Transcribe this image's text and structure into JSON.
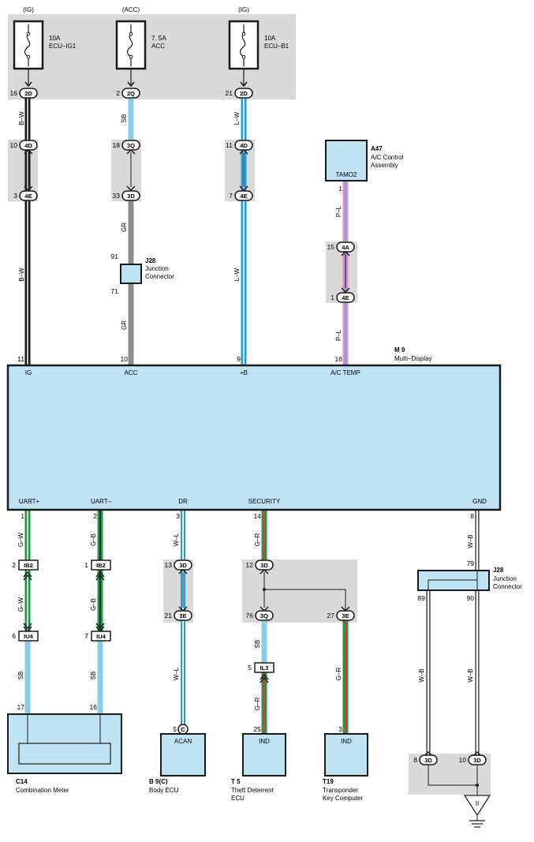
{
  "fuses": [
    {
      "supply": "(IG)",
      "amp": "10A",
      "name": "ECU–IG1",
      "pin": "16",
      "conn": "2D",
      "color": "B–W"
    },
    {
      "supply": "(ACC)",
      "amp": "7. 5A",
      "name": "ACC",
      "pin": "2",
      "conn": "2Q",
      "color": "SB"
    },
    {
      "supply": "(IG)",
      "amp": "10A",
      "name": "ECU–B1",
      "pin": "21",
      "conn": "2D",
      "color": "L–W"
    }
  ],
  "splices": {
    "ig_upper": {
      "pin": "10",
      "conn": "4D"
    },
    "ig_lower": {
      "pin": "3",
      "conn": "4E"
    },
    "acc_upper": {
      "pin": "18",
      "conn": "3Q"
    },
    "acc_lower": {
      "pin": "33",
      "conn": "3D"
    },
    "b_upper": {
      "pin": "11",
      "conn": "4D"
    },
    "b_lower": {
      "pin": "7",
      "conn": "4E"
    },
    "ac_upper": {
      "pin": "15",
      "conn": "4A"
    },
    "ac_lower": {
      "pin": "1",
      "conn": "4E"
    },
    "dr_upper": {
      "pin": "13",
      "conn": "3D"
    },
    "dr_lower": {
      "pin": "21",
      "conn": "3E"
    },
    "sec_upper": {
      "pin": "12",
      "conn": "3D"
    },
    "sec_lower_left": {
      "pin": "76",
      "conn": "3Q"
    },
    "sec_lower_right": {
      "pin": "27",
      "conn": "3E"
    },
    "gnd_left": {
      "pin": "8",
      "conn": "3D"
    },
    "gnd_right": {
      "pin": "10",
      "conn": "3D"
    }
  },
  "wires": {
    "ig_lower": "B–W",
    "acc_mid": "GR",
    "acc_lower": "GR",
    "b_lower": "L–W",
    "ac_upper": "P–L",
    "ac_lower": "P–L",
    "uart_p_1": "G–W",
    "uart_p_2": "G–W",
    "uart_p_3": "SB",
    "uart_m_1": "G–B",
    "uart_m_2": "G–B",
    "uart_m_3": "SB",
    "dr_1": "W–L",
    "dr_2": "W–L",
    "sec_1": "G–R",
    "sec_2": "SB",
    "sec_3": "G–R",
    "sec_right": "G–R",
    "gnd_1": "W–B",
    "gnd_left": "W–B",
    "gnd_right": "W–B"
  },
  "junction_top": {
    "code": "J28",
    "name1": "Junction",
    "name2": "Connector",
    "pin_in": "91",
    "pin_out": "71"
  },
  "junction_gnd": {
    "code": "J28",
    "name1": "Junction",
    "name2": "Connector",
    "pin_in": "79",
    "pin_out_left": "89",
    "pin_out_right": "90"
  },
  "ac_assembly": {
    "code": "A47",
    "name1": "A/C Control",
    "name2": "Assembly",
    "terminal": "TAMO2",
    "pin": "1"
  },
  "main": {
    "code": "M 9",
    "name": "Multi–Display",
    "top_pins": [
      {
        "pin": "11",
        "label": "IG"
      },
      {
        "pin": "10",
        "label": "ACC"
      },
      {
        "pin": "9",
        "label": "+B"
      },
      {
        "pin": "16",
        "label": "A/C TEMP"
      }
    ],
    "bottom_pins": [
      {
        "pin": "1",
        "label": "UART+"
      },
      {
        "pin": "2",
        "label": "UART–"
      },
      {
        "pin": "3",
        "label": "DR"
      },
      {
        "pin": "14",
        "label": "SECURITY"
      },
      {
        "pin": "8",
        "label": "GND"
      }
    ]
  },
  "inline_connectors": {
    "uart_p_a": {
      "pin": "2",
      "conn": "IB2"
    },
    "uart_m_a": {
      "pin": "1",
      "conn": "IB2"
    },
    "uart_p_b": {
      "pin": "6",
      "conn": "IU4"
    },
    "uart_m_b": {
      "pin": "7",
      "conn": "IU4"
    },
    "sec": {
      "pin": "5",
      "conn": "IL3"
    }
  },
  "components": {
    "c14": {
      "code": "C14",
      "name1": "Combination Meter",
      "pin_left": "17",
      "pin_right": "16"
    },
    "b9": {
      "code": "B 9(C)",
      "name1": "Body ECU",
      "terminal": "ACAN",
      "pin": "5",
      "conn": "C"
    },
    "t5": {
      "code": "T 5",
      "name1": "Theft Deterrent",
      "name2": "ECU",
      "terminal": "IND",
      "pin": "25"
    },
    "t19": {
      "code": "T19",
      "name1": "Transponder",
      "name2": "Key Computer",
      "terminal": "IND",
      "pin": "3"
    }
  },
  "ground_symbol": "II",
  "colors": {
    "fill": "#bfe3f3",
    "gray_bg": "#d9d9d9",
    "black": "#1a1a1a",
    "light_blue": "#86cde8",
    "blue": "#1ea0dc",
    "gray_wire": "#8c8c8c",
    "green": "#1e9a46",
    "pink": "#e88cc0",
    "red": "#e03a2e"
  }
}
